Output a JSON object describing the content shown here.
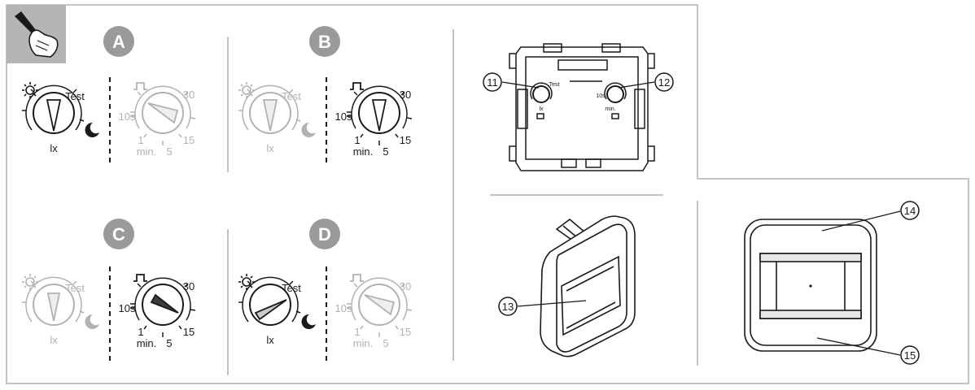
{
  "panel_letters": {
    "a": "A",
    "b": "B",
    "c": "C",
    "d": "D"
  },
  "lux_dial": {
    "test_label": "Test",
    "unit_label": "lx"
  },
  "time_dial": {
    "t30": "30",
    "t10s": "10s",
    "t1": "1",
    "t15": "15",
    "t5": "5",
    "min_label": "min."
  },
  "callouts": {
    "c11": "11",
    "c12": "12",
    "c13": "13",
    "c14": "14",
    "c15": "15"
  },
  "colors": {
    "panel_border": "#c4c4c4",
    "letter_badge": "#9a9a9a",
    "faded": "#b2b2b2",
    "line": "#1a1a1a",
    "tool_bg": "#b5b5b5"
  },
  "icons": {
    "tool": "hand-screwdriver-icon",
    "sun": "sun-icon",
    "moon": "moon-icon",
    "pulse": "pulse-icon"
  }
}
